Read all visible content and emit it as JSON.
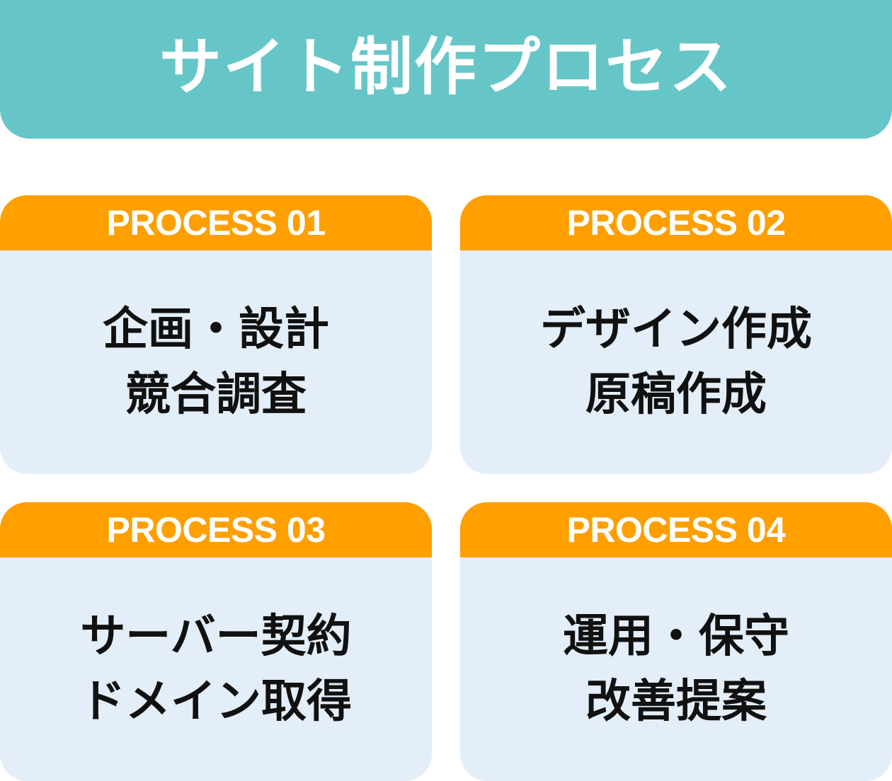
{
  "title": "サイト制作プロセス",
  "colors": {
    "header_bg": "#66c6c7",
    "label_bg": "#ff9f00",
    "card_bg": "#e3eef9",
    "text": "#111111",
    "label_text": "#ffffff"
  },
  "processes": [
    {
      "label": "PROCESS 01",
      "lines": [
        "企画・設計",
        "競合調査"
      ]
    },
    {
      "label": "PROCESS 02",
      "lines": [
        "デザイン作成",
        "原稿作成"
      ]
    },
    {
      "label": "PROCESS 03",
      "lines": [
        "サーバー契約",
        "ドメイン取得"
      ]
    },
    {
      "label": "PROCESS 04",
      "lines": [
        "運用・保守",
        "改善提案"
      ]
    }
  ]
}
